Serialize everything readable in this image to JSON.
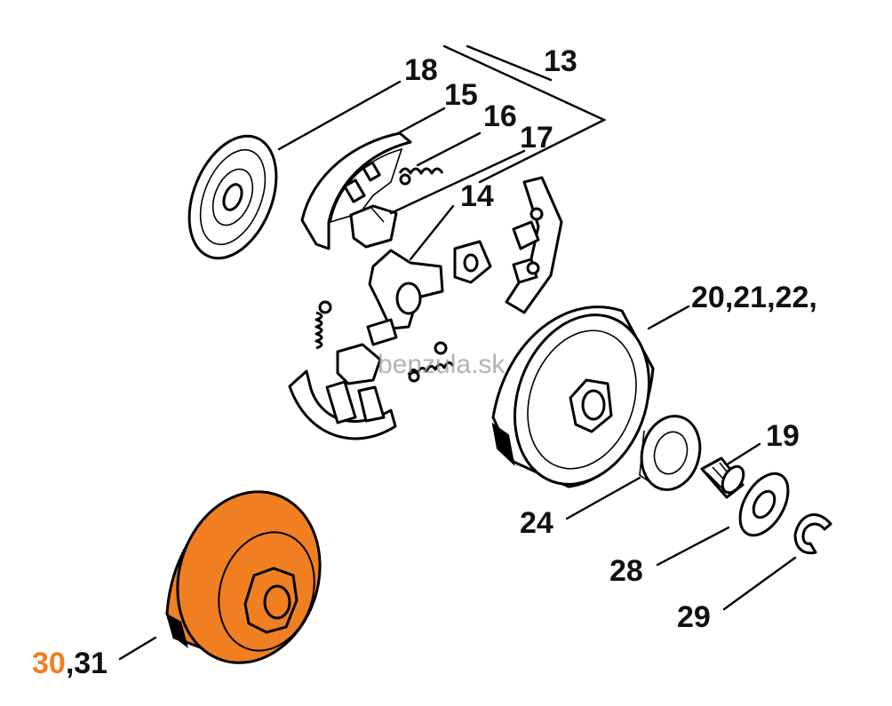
{
  "watermark": "benzula.sk",
  "colors": {
    "highlight": "#f07f22",
    "line": "#000000",
    "background": "#ffffff"
  },
  "callouts": {
    "c13": "13",
    "c14": "14",
    "c15": "15",
    "c16": "16",
    "c17": "17",
    "c18": "18",
    "c19": "19",
    "c20": "20,21,22,",
    "c24": "24",
    "c28": "28",
    "c29": "29",
    "c30": "30",
    "c30_sep": ",31"
  }
}
